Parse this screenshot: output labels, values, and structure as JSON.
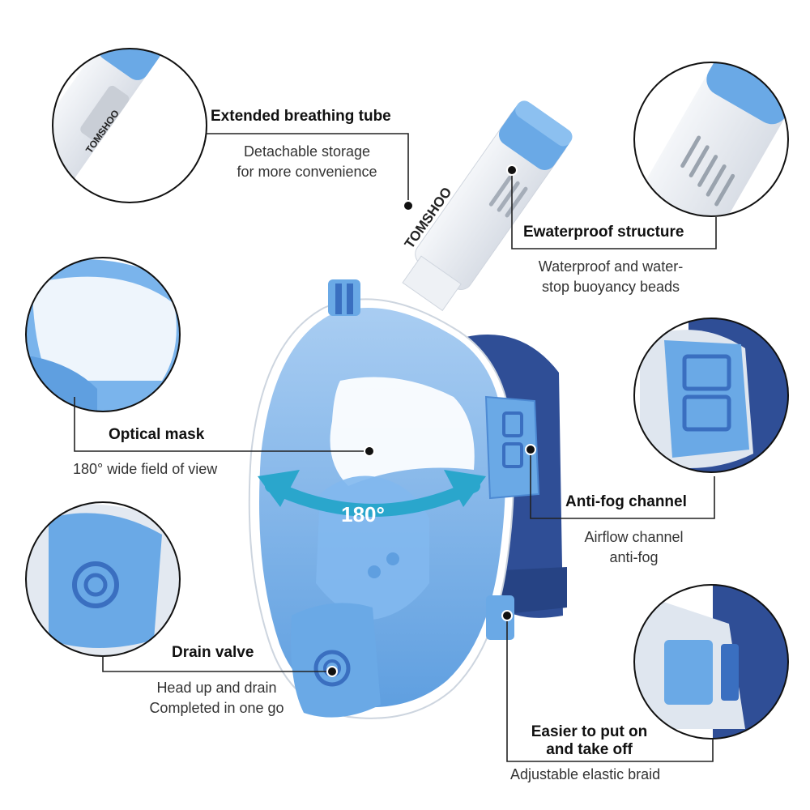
{
  "brand": "TOMSHOO",
  "angle_label": "180°",
  "features": {
    "tube": {
      "title": "Extended breathing tube",
      "lines": [
        "Detachable storage",
        "for more convenience"
      ]
    },
    "waterproof": {
      "title": "Ewaterproof structure",
      "lines": [
        "Waterproof and water-",
        "stop buoyancy beads"
      ]
    },
    "optical": {
      "title": "Optical mask",
      "lines": [
        "180° wide field of view"
      ]
    },
    "antifog": {
      "title": "Anti-fog channel",
      "lines": [
        "Airflow channel",
        "anti-fog"
      ]
    },
    "drain": {
      "title": "Drain valve",
      "lines": [
        "Head up and drain",
        "Completed in one go"
      ]
    },
    "strap": {
      "title_lines": [
        "Easier to put on",
        "and take off"
      ],
      "lines": [
        "Adjustable elastic braid"
      ]
    }
  },
  "colors": {
    "mask_blue": "#6aa9e6",
    "dark_blue": "#3a6fc0",
    "strap_navy": "#2f4e96",
    "arrow_teal": "#2aa6cc",
    "white": "#ffffff"
  }
}
